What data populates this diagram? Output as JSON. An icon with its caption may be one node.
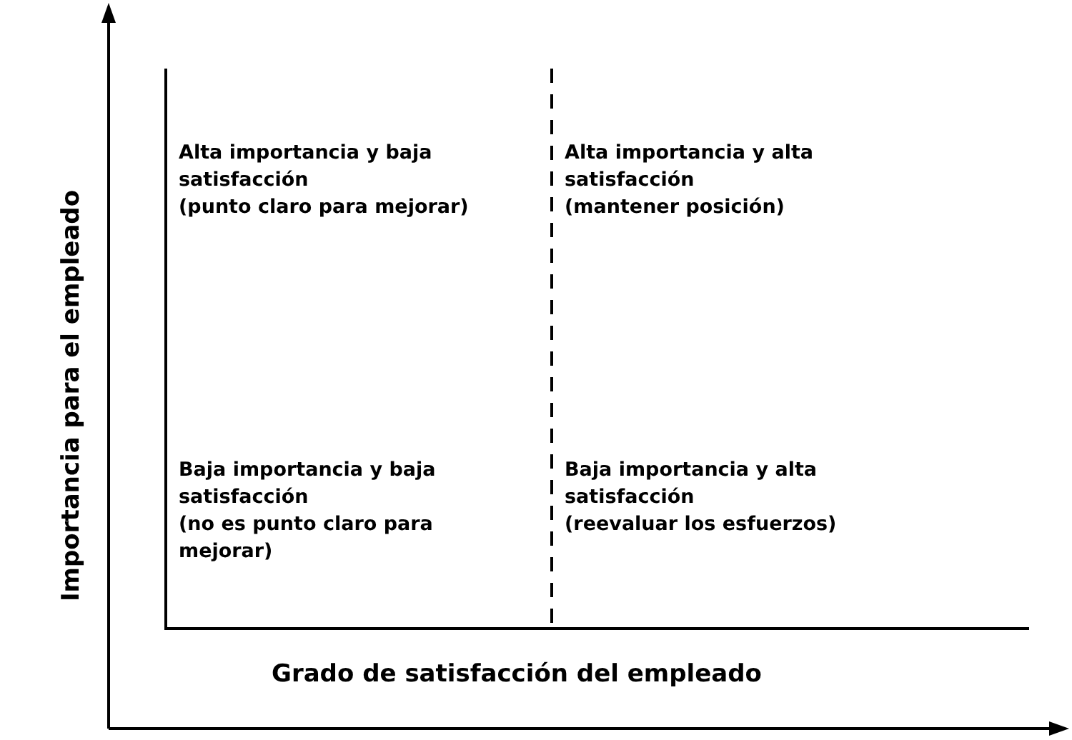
{
  "diagram": {
    "labels": [
      "Importancia para el empleado",
      "Alta importancia y baja satisfacción",
      "(punto claro para mejorar)",
      "Alta importancia y alta satisfacción",
      "(mantener posición)",
      "Baja importancia y baja satisfacción",
      "(no es punto claro para mejorar)",
      "Baja importancia y alta satisfacción",
      "(reevaluar los esfuerzos)",
      "Grado de satisfacción del empleado"
    ]
  }
}
